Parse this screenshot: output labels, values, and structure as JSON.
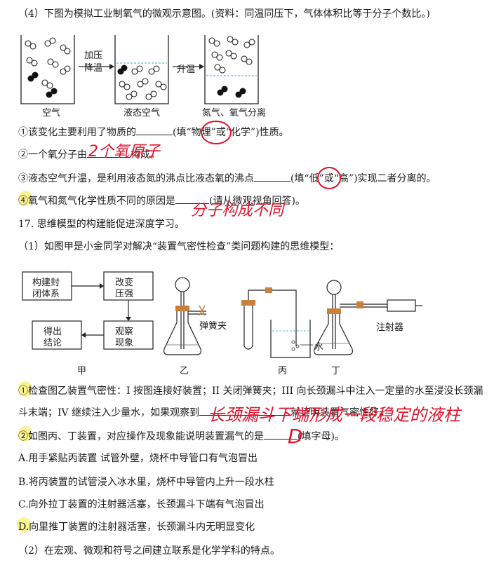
{
  "q16": {
    "intro": "（4）下图为模拟工业制氧气的微观示意图。(资料：同温同压下，气体体积比等于分子个数比。)",
    "diagram": {
      "step1": "加压",
      "step2": "降温",
      "step3": "升温",
      "label_air": "空气",
      "label_liquid": "液态空气",
      "label_sep": "氮气、氧气分离"
    },
    "s1_a": "①该变化主要利用了物质的",
    "s1_b": "(填“物理”或“化学”)性质。",
    "s2_a": "②一个氧分子由",
    "s2_b": "构成。",
    "s3_a": "③液态空气升温，是利用液态氮的沸点比液态氧的沸点",
    "s3_b": "(填“低”或“高”)实现二者分离的。",
    "s4_a": "④氧气和氮气化学性质不同的原因是",
    "s4_b": "(请从微观视角回答)。"
  },
  "q17": {
    "title": "17.  思维模型的构建能促进深度学习。",
    "part1": "（1）如图甲是小金同学对解决“装置气密性检查”类问题构建的思维模型：",
    "flow": {
      "box1a": "构建封",
      "box1b": "闭体系",
      "box2a": "改变",
      "box2b": "压强",
      "box3a": "观察",
      "box3b": "现象",
      "box4a": "得出",
      "box4b": "结论"
    },
    "apparatus": {
      "spring_clip": "弹簧夹",
      "water": "水",
      "syringe": "注射器",
      "label_jia": "甲",
      "label_yi": "乙",
      "label_bing": "丙",
      "label_ding": "丁"
    },
    "q1_line1": "①检查图乙装置气密性：I 按图连接好装置；II 关闭弹簧夹；III 向长颈漏斗中注入一定量的水至浸没长颈漏",
    "q1_line2": "斗末端；IV 继续注入少量水，如果观察到",
    "q1_line2b": "就证明装置气密性好。",
    "q2_a": "②如图丙、丁装置，对应操作及现象能说明装置漏气的是",
    "q2_b": "(填字母)。",
    "options": [
      "A.用手紧贴丙装置   试管外壁，烧杯中导管口有气泡冒出",
      "B.将丙装置的试管浸入冰水里，烧杯中导管内上升一段水柱",
      "C.向外拉丁装置的注射器活塞，长颈漏斗下端有气泡冒出",
      "D.向里推丁装置的注射器活塞，长颈漏斗内无明显变化"
    ],
    "part2": "（2）在宏观、微观和符号之间建立联系是化学学科的特点。"
  },
  "handwriting": {
    "a2": "2个氧原子",
    "a4": "分子构成不同",
    "a_q1": "长颈漏斗下端形成一段稳定的液柱",
    "a_q2": "D"
  }
}
